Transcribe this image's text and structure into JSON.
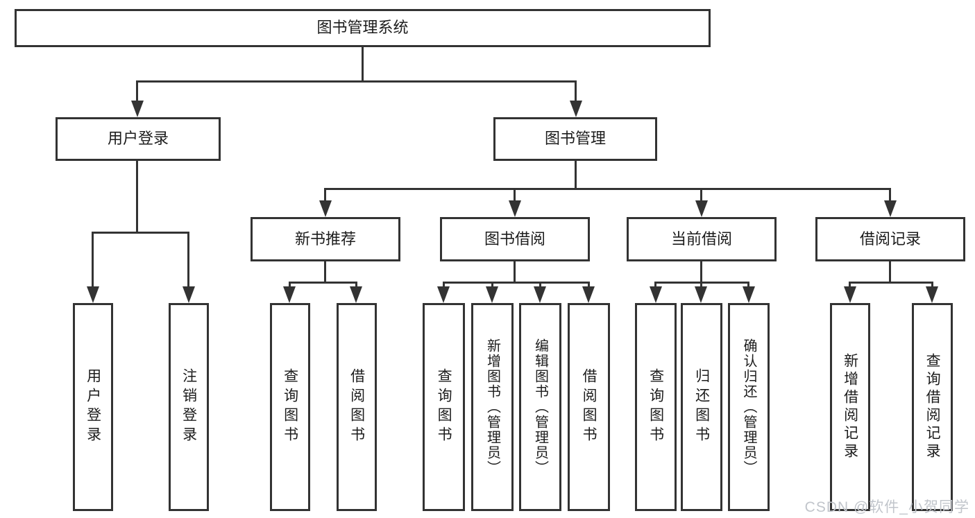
{
  "diagram": {
    "type": "tree",
    "nodes": {
      "root": {
        "label": "图书管理系统"
      },
      "user_login": {
        "label": "用户登录"
      },
      "book_management": {
        "label": "图书管理"
      },
      "new_book_recommend": {
        "label": "新书推荐"
      },
      "book_borrowing": {
        "label": "图书借阅"
      },
      "current_borrowing": {
        "label": "当前借阅"
      },
      "borrowing_records": {
        "label": "借阅记录"
      },
      "user_login_leaf": {
        "label": "用户登录"
      },
      "logout_leaf": {
        "label": "注销登录"
      },
      "query_books_recommend": {
        "label": "查询图书"
      },
      "borrow_books_recommend": {
        "label": "借阅图书"
      },
      "query_books_borrowing": {
        "label": "查询图书"
      },
      "add_books_admin": {
        "label": "新增图书（管理员）"
      },
      "edit_books_admin": {
        "label": "编辑图书（管理员）"
      },
      "borrow_books_borrowing": {
        "label": "借阅图书"
      },
      "query_books_current": {
        "label": "查询图书"
      },
      "return_books": {
        "label": "归还图书"
      },
      "confirm_return_admin": {
        "label": "确认归还（管理员）"
      },
      "add_borrow_record": {
        "label": "新增借阅记录"
      },
      "query_borrow_record": {
        "label": "查询借阅记录"
      }
    },
    "edges": [
      [
        "root",
        "user_login"
      ],
      [
        "root",
        "book_management"
      ],
      [
        "user_login",
        "user_login_leaf"
      ],
      [
        "user_login",
        "logout_leaf"
      ],
      [
        "book_management",
        "new_book_recommend"
      ],
      [
        "book_management",
        "book_borrowing"
      ],
      [
        "book_management",
        "current_borrowing"
      ],
      [
        "book_management",
        "borrowing_records"
      ],
      [
        "new_book_recommend",
        "query_books_recommend"
      ],
      [
        "new_book_recommend",
        "borrow_books_recommend"
      ],
      [
        "book_borrowing",
        "query_books_borrowing"
      ],
      [
        "book_borrowing",
        "add_books_admin"
      ],
      [
        "book_borrowing",
        "edit_books_admin"
      ],
      [
        "book_borrowing",
        "borrow_books_borrowing"
      ],
      [
        "current_borrowing",
        "query_books_current"
      ],
      [
        "current_borrowing",
        "return_books"
      ],
      [
        "current_borrowing",
        "confirm_return_admin"
      ],
      [
        "borrowing_records",
        "add_borrow_record"
      ],
      [
        "borrowing_records",
        "query_borrow_record"
      ]
    ],
    "watermark": "CSDN @软件_小贺同学",
    "colors": {
      "line": "#333333",
      "text": "#1c1c1c",
      "background": "#ffffff",
      "watermark": "#c1c5cb"
    }
  }
}
